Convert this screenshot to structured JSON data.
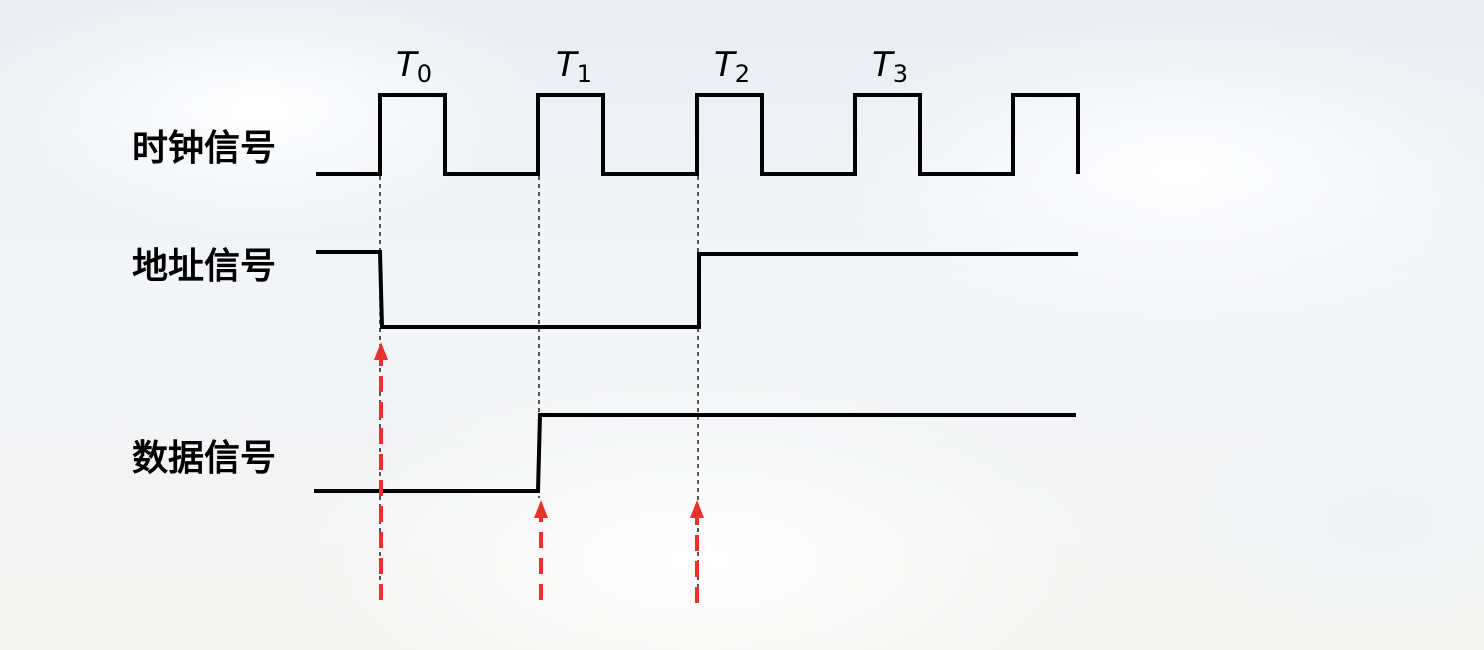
{
  "signals": [
    {
      "id": "clock",
      "label": "时钟信号"
    },
    {
      "id": "address",
      "label": "地址信号"
    },
    {
      "id": "data",
      "label": "数据信号"
    }
  ],
  "periods": [
    {
      "main": "T",
      "sub": "0"
    },
    {
      "main": "T",
      "sub": "1"
    },
    {
      "main": "T",
      "sub": "2"
    },
    {
      "main": "T",
      "sub": "3"
    }
  ],
  "colors": {
    "wave": "#000000",
    "arrow": "#e8312a"
  }
}
